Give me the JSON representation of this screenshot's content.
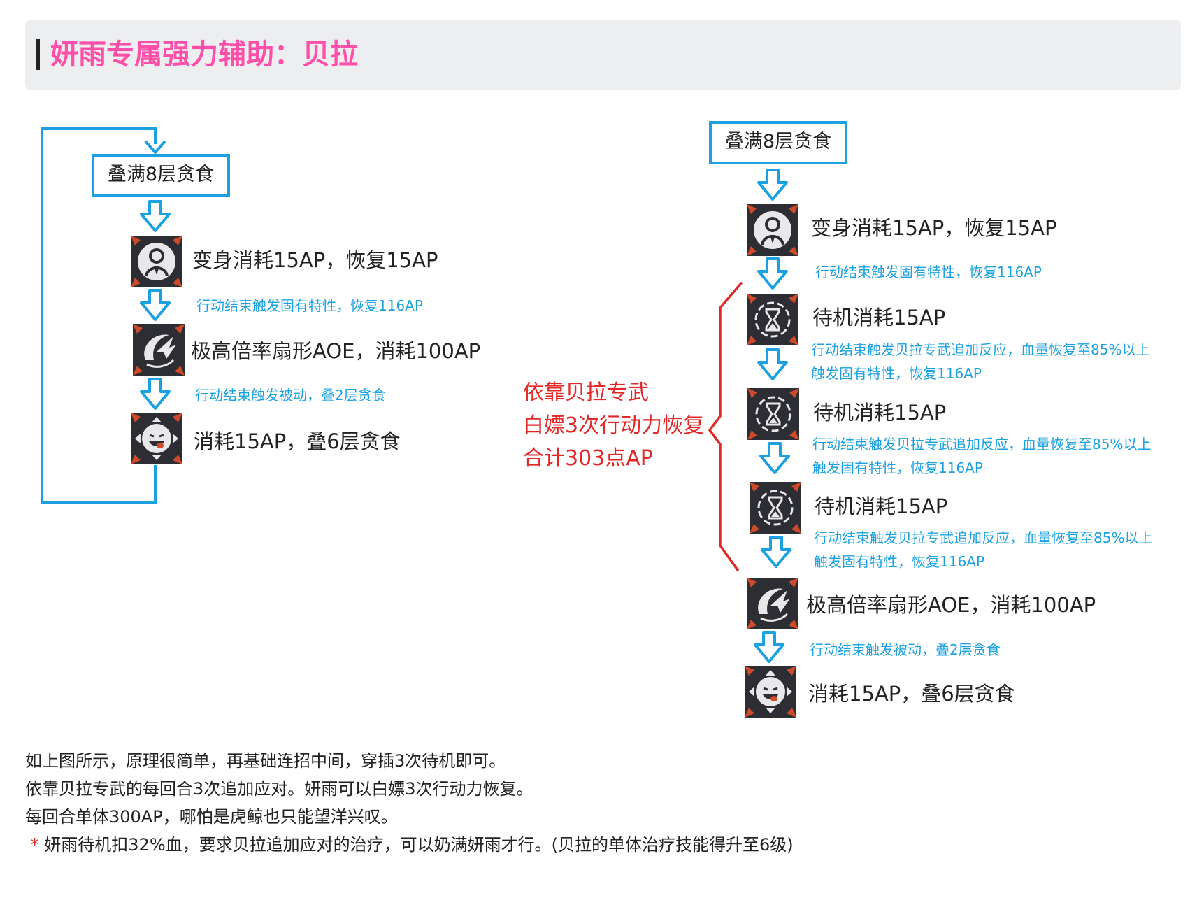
{
  "header": {
    "title": "妍雨专属强力辅助：贝拉"
  },
  "left_flow": {
    "start_box": "叠满8层贪食",
    "steps": [
      {
        "icon": "transform-icon",
        "label": "变身消耗15AP，恢复15AP"
      },
      {
        "note": "行动结束触发固有特性，恢复116AP"
      },
      {
        "icon": "claw-slash-icon",
        "label": "极高倍率扇形AOE，消耗100AP"
      },
      {
        "note": "行动结束触发被动，叠2层贪食"
      },
      {
        "icon": "devour-face-icon",
        "label": "消耗15AP，叠6层贪食"
      }
    ]
  },
  "bracket_note": {
    "lines": [
      "依靠贝拉专武",
      "白嫖3次行动力恢复",
      "合计303点AP"
    ]
  },
  "right_flow": {
    "start_box": "叠满8层贪食",
    "transform": {
      "icon": "transform-icon",
      "label": "变身消耗15AP，恢复15AP",
      "note": "行动结束触发固有特性，恢复116AP"
    },
    "standby": [
      {
        "icon": "hourglass-icon",
        "label": "待机消耗15AP",
        "note1": "行动结束触发贝拉专武追加反应，血量恢复至85%以上",
        "note2": "触发固有特性，恢复116AP"
      },
      {
        "icon": "hourglass-icon",
        "label": "待机消耗15AP",
        "note1": "行动结束触发贝拉专武追加反应，血量恢复至85%以上",
        "note2": "触发固有特性，恢复116AP"
      },
      {
        "icon": "hourglass-icon",
        "label": "待机消耗15AP",
        "note1": "行动结束触发贝拉专武追加反应，血量恢复至85%以上",
        "note2": "触发固有特性，恢复116AP"
      }
    ],
    "aoe": {
      "icon": "claw-slash-icon",
      "label": "极高倍率扇形AOE，消耗100AP",
      "note": "行动结束触发被动，叠2层贪食"
    },
    "devour": {
      "icon": "devour-face-icon",
      "label": "消耗15AP，叠6层贪食"
    }
  },
  "footer": {
    "lines": [
      "如上图所示，原理很简单，再基础连招中间，穿插3次待机即可。",
      "依靠贝拉专武的每回合3次追加应对。妍雨可以白嫖3次行动力恢复。",
      "每回合单体300AP，哪怕是虎鲸也只能望洋兴叹。"
    ],
    "star": "*",
    "last_line": "妍雨待机扣32%血，要求贝拉追加应对的治疗，可以奶满妍雨才行。(贝拉的单体治疗技能得升至6级)"
  },
  "colors": {
    "accent": "#1ba1e2",
    "title": "#ff4fa8",
    "red": "#e32626",
    "icon_bg": "#2d2d34"
  }
}
